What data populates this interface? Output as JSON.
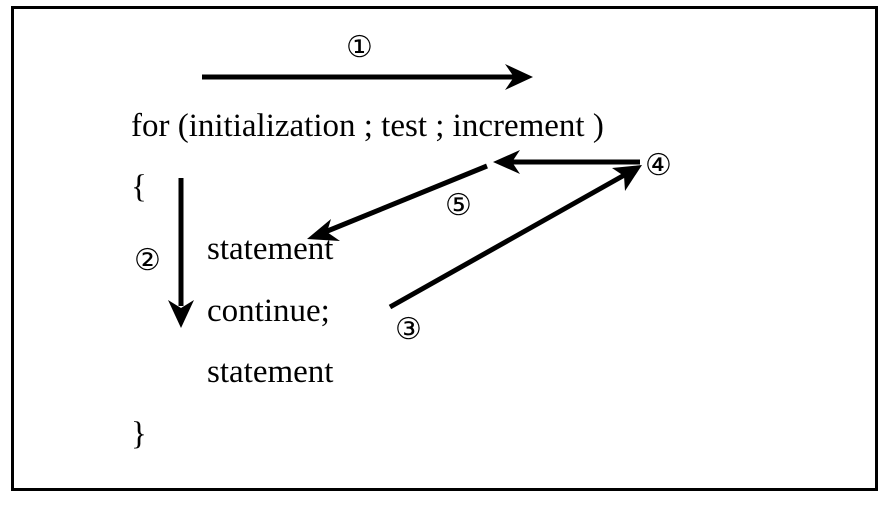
{
  "code": {
    "for_line": "for (initialization ; test ; increment )",
    "open_brace": "{",
    "statement_1": "statement",
    "continue_line": "continue;",
    "statement_2": "statement",
    "close_brace": "}"
  },
  "step_labels": {
    "step_1": "①",
    "step_2": "②",
    "step_3": "③",
    "step_4": "④",
    "step_5": "⑤"
  },
  "colors": {
    "ink": "#000000",
    "background": "#ffffff"
  }
}
